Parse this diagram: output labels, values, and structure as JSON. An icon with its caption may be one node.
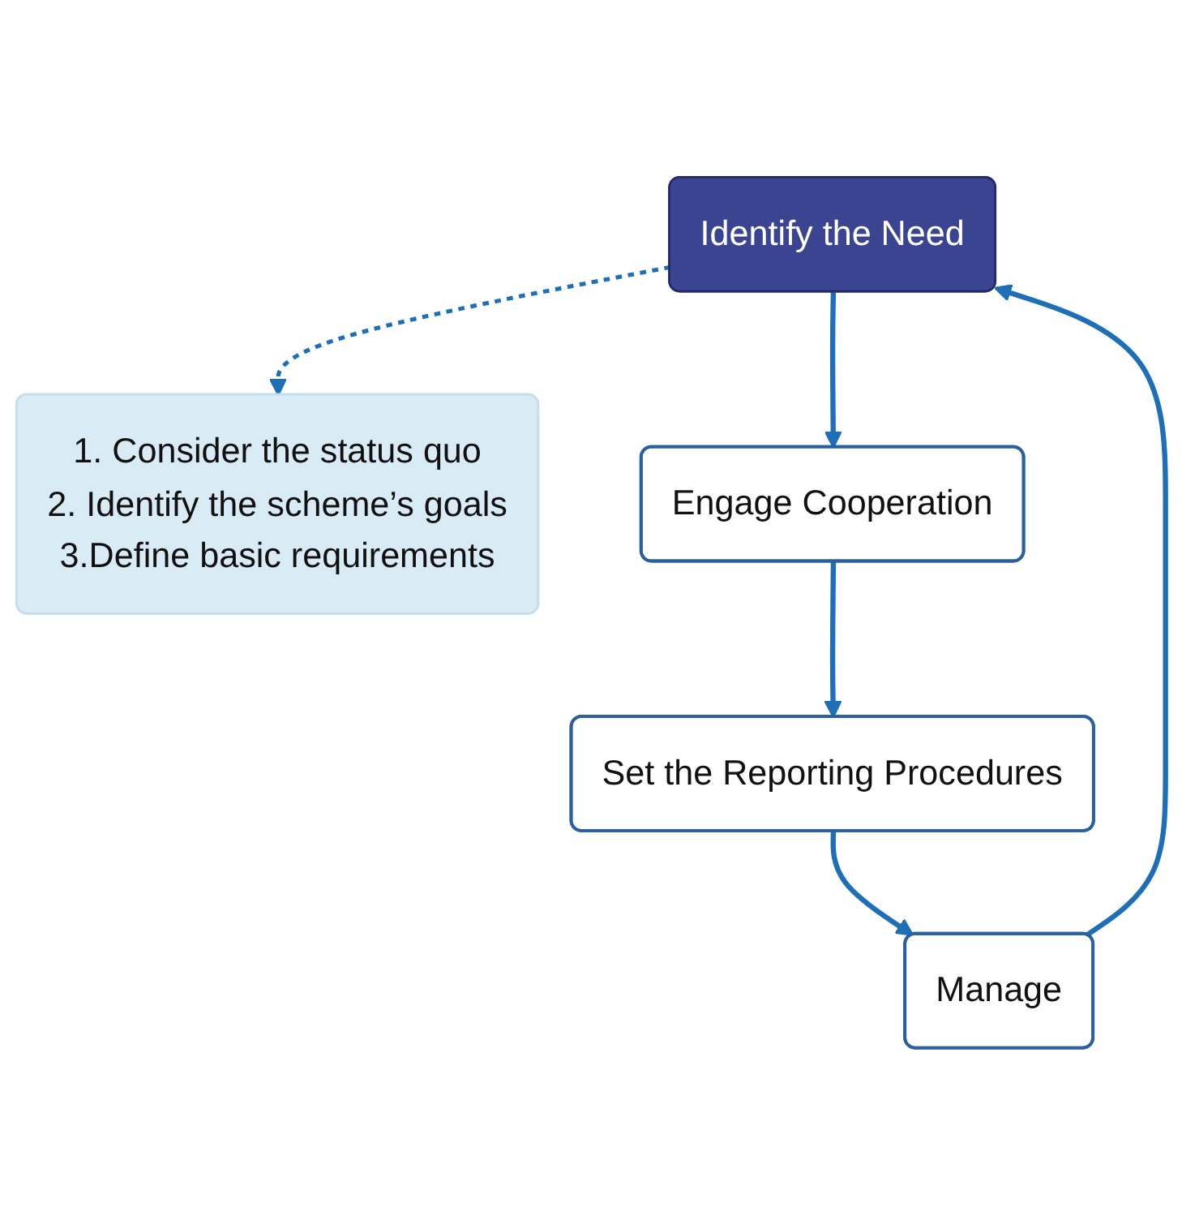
{
  "diagram": {
    "nodes": [
      {
        "text": [
          "1. Consider the status quo",
          "2. Identify the scheme’s goals",
          "3.Define basic requirements"
        ]
      },
      {
        "text": [
          "Identify the Need"
        ]
      },
      {
        "text": [
          "Engage Cooperation"
        ]
      },
      {
        "text": [
          "Set the Reporting Procedures"
        ]
      },
      {
        "text": [
          "Manage"
        ]
      }
    ],
    "edges": [
      {
        "from": 1,
        "to": 0,
        "arrow": "to",
        "style": "dashed"
      },
      {
        "from": 4,
        "to": 1,
        "arrow": "to"
      },
      {
        "from": 1,
        "to": 2,
        "arrow": "to"
      },
      {
        "from": 2,
        "to": 3,
        "arrow": "to"
      },
      {
        "from": 3,
        "to": 4,
        "arrow": "to"
      }
    ]
  }
}
